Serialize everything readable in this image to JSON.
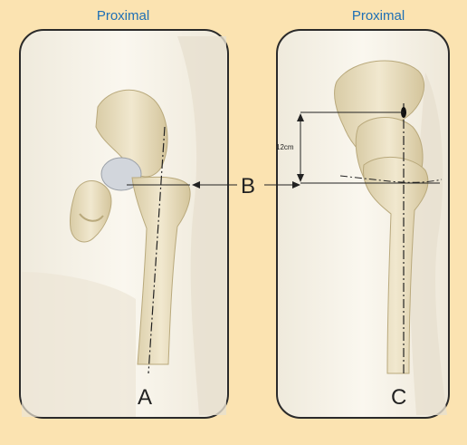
{
  "headings": {
    "left": "Proximal",
    "right": "Proximal"
  },
  "labels": {
    "a": "A",
    "b": "B",
    "c": "C"
  },
  "measurement": {
    "label": "12cm"
  },
  "colors": {
    "background": "#fbe3b1",
    "heading_text": "#1e6fb5",
    "panel_fill": "#f6f1e6",
    "bone": "#e9dfc4",
    "lines": "#222222"
  }
}
